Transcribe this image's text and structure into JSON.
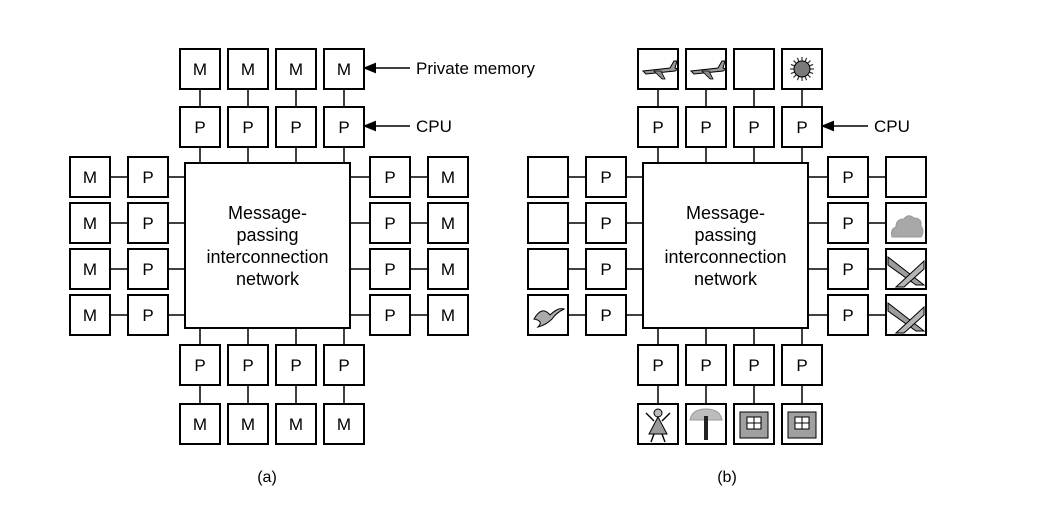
{
  "labels": {
    "memory": "M",
    "processor": "P",
    "private_memory": "Private memory",
    "cpu_a": "CPU",
    "cpu_b": "CPU"
  },
  "network_a": [
    "Message-",
    "passing",
    "interconnection",
    "network"
  ],
  "network_b": [
    "Message-",
    "passing",
    "interconnection",
    "network"
  ],
  "captions": {
    "a": "(a)",
    "b": "(b)"
  },
  "icons_b": {
    "top": [
      "airplane-icon",
      "airplane-icon",
      "",
      "sun-icon"
    ],
    "bottom": [
      "girl-icon",
      "tree-icon",
      "house-icon",
      "house-icon"
    ],
    "left": [
      "",
      "",
      "",
      "bird-icon"
    ],
    "right": [
      "",
      "cloud-icon",
      "roof-icon",
      "roof-icon"
    ]
  }
}
